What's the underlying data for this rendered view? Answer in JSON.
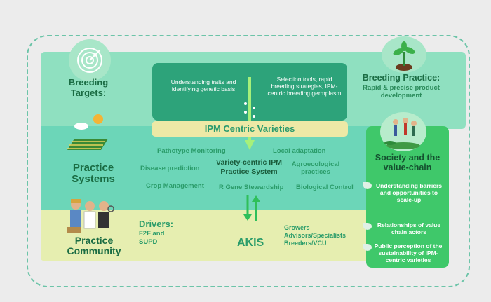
{
  "breeding_targets": {
    "title": "Breeding Targets:",
    "icon": "target-icon"
  },
  "breeding_practice": {
    "title": "Breeding Practice:",
    "subtitle": "Rapid & precise product development",
    "icon": "seedling-icon"
  },
  "top_box": {
    "left_text": "Understanding traits and identifying genetic basis",
    "right_text": "Selection tools, rapid breeding strategies, IPM-centric breeding germplasm"
  },
  "ipm_bar": "IPM Centric Varieties",
  "practice_systems": {
    "title": "Practice Systems",
    "center": "Variety-centric IPM Practice System",
    "items": {
      "pathotype": "Pathotype Monitoring",
      "local": "Local adaptation",
      "disease": "Disease prediction",
      "agro": "Agroecological practices",
      "crop": "Crop Management",
      "rgene": "R Gene Stewardship",
      "bio": "Biological Control"
    }
  },
  "practice_community": {
    "title": "Practice Community",
    "drivers_title": "Drivers:",
    "drivers_text": "F2F and SUPD",
    "akis": "AKIS",
    "akis_list": "Growers Advisors/Specialists Breeders/VCU"
  },
  "society": {
    "title": "Society and the value-chain",
    "items": [
      "Understanding barriers and opportunities to scale-up",
      "Relationships of value chain actors",
      "Public perception of the sustainability of IPM-centric varieties"
    ]
  },
  "colors": {
    "dark_green": "#2da37a",
    "mint": "#8fe0c0",
    "teal": "#6cd6b8",
    "yellow": "#e6eeb0",
    "bright_green": "#3fc86a"
  }
}
